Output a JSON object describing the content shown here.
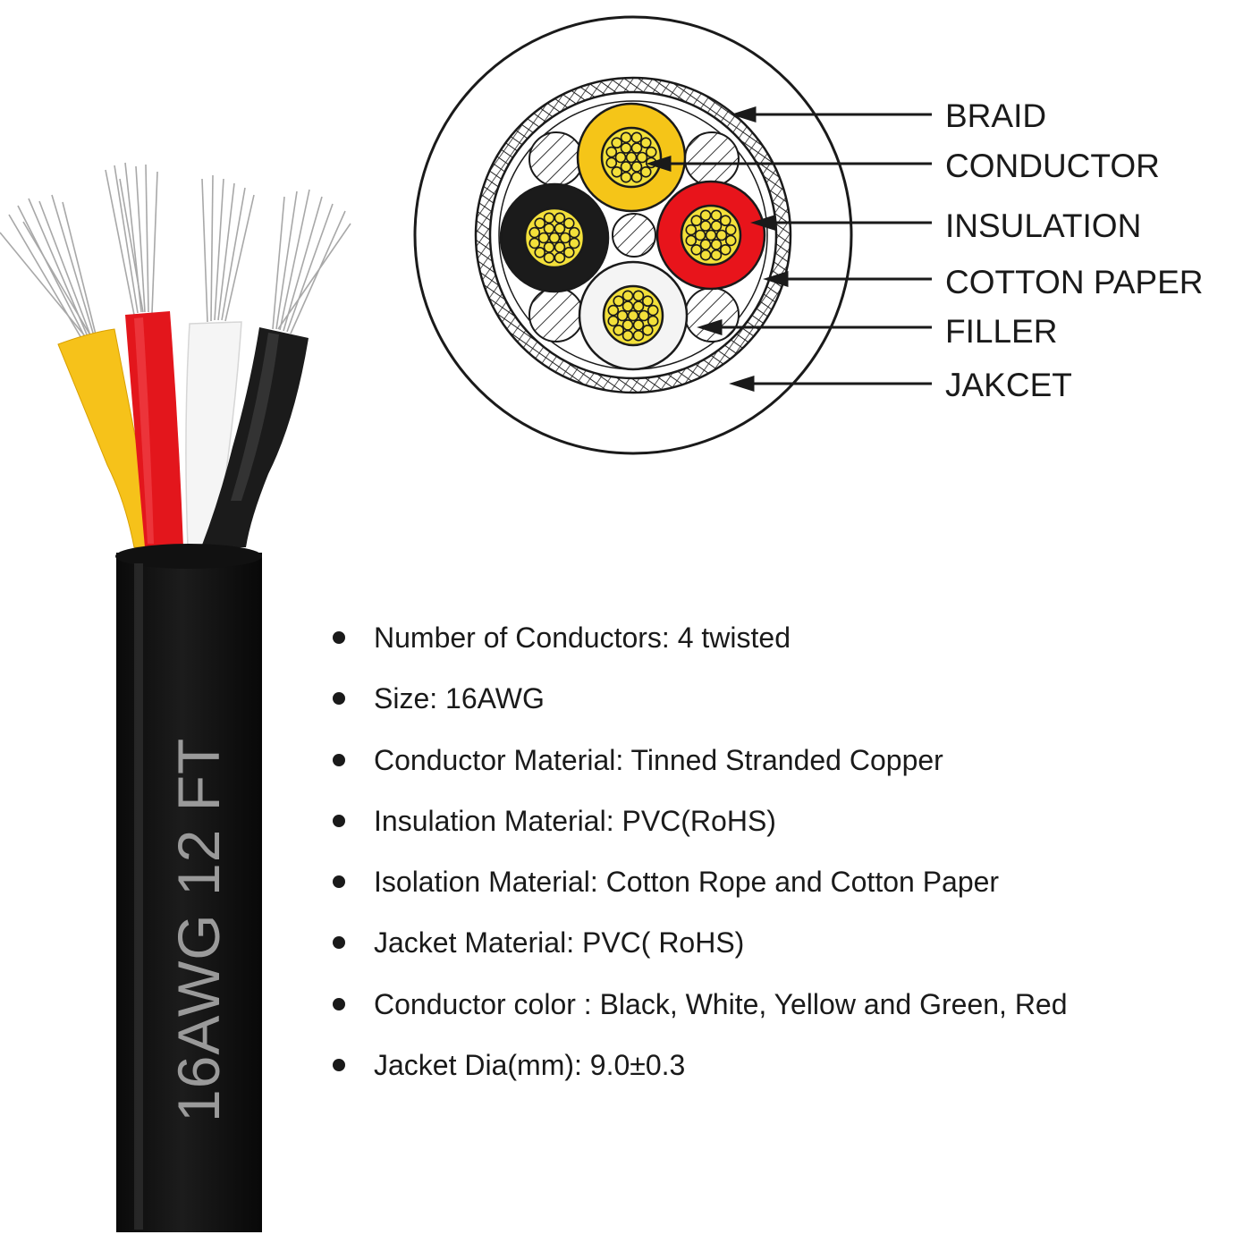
{
  "diagram": {
    "labels": [
      "BRAID",
      "CONDUCTOR",
      "INSULATION",
      "COTTON PAPER",
      "FILLER",
      "JAKCET"
    ]
  },
  "cable_print": "16AWG  12 FT",
  "wire_colors": {
    "yellow": "#f5c518",
    "red": "#e8141b",
    "white": "#f4f4f4",
    "black": "#1b1b1b",
    "copper": "#f3e03a"
  },
  "specs": [
    "Number of Conductors: 4 twisted",
    "Size: 16AWG",
    "Conductor Material: Tinned Stranded Copper",
    "Insulation Material: PVC(RoHS)",
    "Isolation Material: Cotton Rope and Cotton Paper",
    "Jacket Material: PVC( RoHS)",
    "Conductor color : Black, White, Yellow and Green, Red",
    "Jacket Dia(mm): 9.0±0.3"
  ]
}
